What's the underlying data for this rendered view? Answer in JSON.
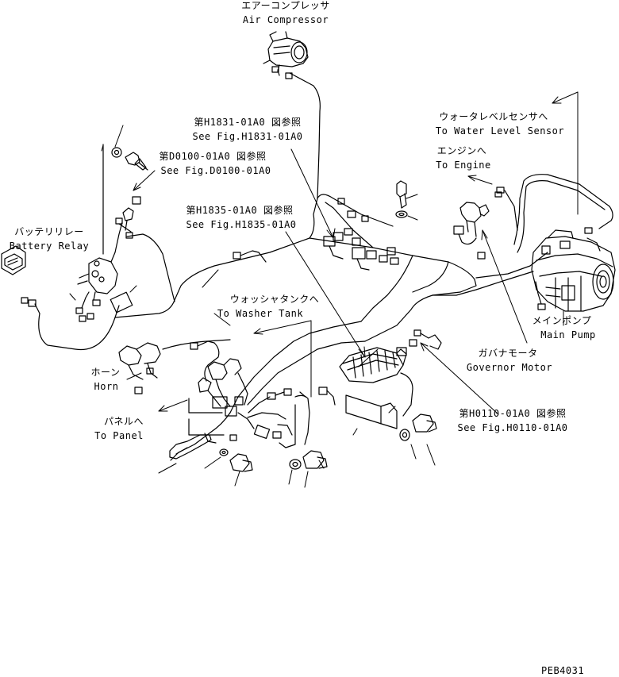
{
  "labels": {
    "air_compressor_jp": "エアーコンプレッサ",
    "air_compressor_en": "Air Compressor",
    "water_level_jp": "ウォータレベルセンサへ",
    "water_level_en": "To Water Level Sensor",
    "fig_h1831_jp": "第H1831-01A0 図参照",
    "fig_h1831_en": "See Fig.H1831-01A0",
    "fig_d0100_jp": "第D0100-01A0 図参照",
    "fig_d0100_en": "See Fig.D0100-01A0",
    "engine_jp": "エンジンへ",
    "engine_en": "To Engine",
    "fig_h1835_jp": "第H1835-01A0 図参照",
    "fig_h1835_en": "See Fig.H1835-01A0",
    "battery_relay_jp": "バッテリリレー",
    "battery_relay_en": "Battery Relay",
    "washer_tank_jp": "ウォッシャタンクへ",
    "washer_tank_en": "To Washer Tank",
    "main_pump_jp": "メインポンプ",
    "main_pump_en": "Main Pump",
    "governor_motor_jp": "ガバナモータ",
    "governor_motor_en": "Governor Motor",
    "horn_jp": "ホーン",
    "horn_en": "Horn",
    "fig_h0110_jp": "第H0110-01A0 図参照",
    "fig_h0110_en": "See Fig.H0110-01A0",
    "panel_jp": "パネルへ",
    "panel_en": "To Panel",
    "drawing_code": "PEB4031"
  }
}
